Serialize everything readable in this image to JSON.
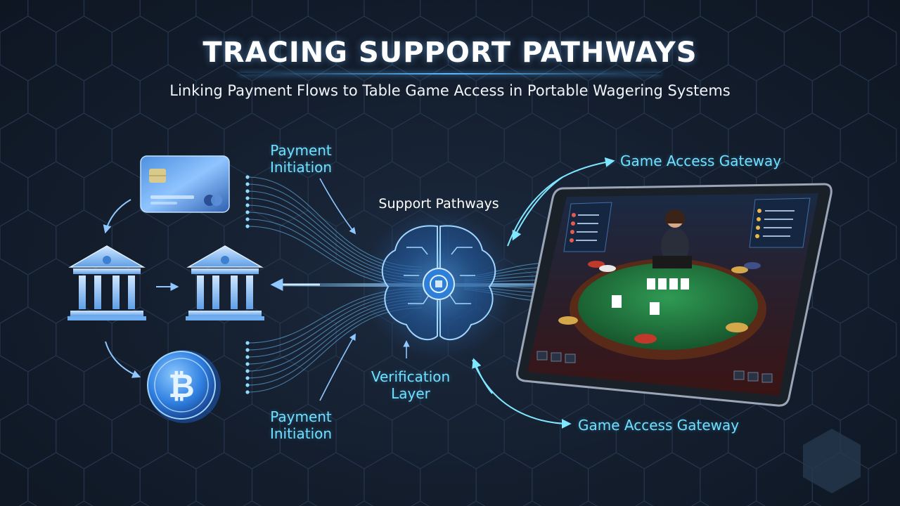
{
  "header": {
    "title": "TRACING SUPPORT PATHWAYS",
    "subtitle": "Linking Payment Flows to Table Game Access in Portable Wagering Systems"
  },
  "labels": {
    "payment_initiation_top": [
      "Payment",
      "Initiation"
    ],
    "payment_initiation_bottom": [
      "Payment",
      "Initiation"
    ],
    "support_pathways": "Support Pathways",
    "verification_layer": [
      "Verification",
      "Layer"
    ],
    "game_access_gateway_top": "Game Access Gateway",
    "game_access_gateway_bottom": "Game Access Gateway"
  },
  "icons": [
    "credit-card-icon",
    "bank-icon",
    "bank-icon",
    "bitcoin-coin-icon",
    "brain-chip-icon",
    "tablet-icon"
  ],
  "colors": {
    "accent": "#6fe0ff",
    "glow": "#4fb0ff",
    "felt": "#1f6e3a"
  }
}
